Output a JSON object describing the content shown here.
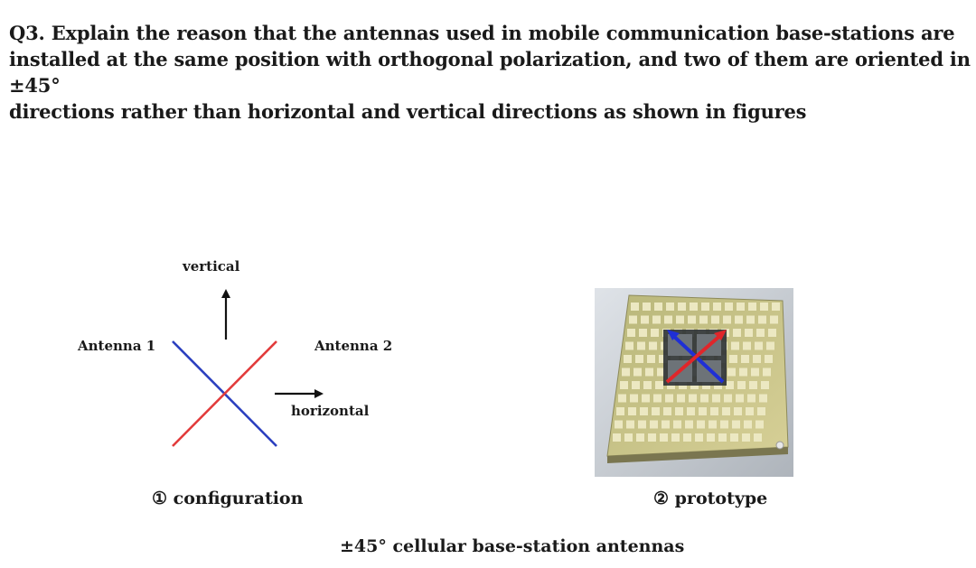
{
  "question": {
    "text": "Q3. Explain the reason that the antennas used in mobile communication base-stations are\ninstalled at the same position with orthogonal polarization, and two of them are oriented in ±45°\ndirections rather than horizontal and vertical directions as shown in figures"
  },
  "figure_configuration": {
    "label_vertical": "vertical",
    "label_antenna1": "Antenna 1",
    "label_antenna2": "Antenna 2",
    "label_horizontal": "horizontal",
    "caption": "① configuration",
    "colors": {
      "antenna1": "#2b3fbf",
      "antenna2": "#e23b3b",
      "arrow": "#111111"
    }
  },
  "figure_prototype": {
    "caption": "② prototype",
    "colors": {
      "board": "#c9c48a",
      "patch": "#ece8c2",
      "arrow_blue": "#1f2fd6",
      "arrow_red": "#e0262a"
    }
  },
  "footer": {
    "caption": "±45° cellular base-station antennas"
  }
}
